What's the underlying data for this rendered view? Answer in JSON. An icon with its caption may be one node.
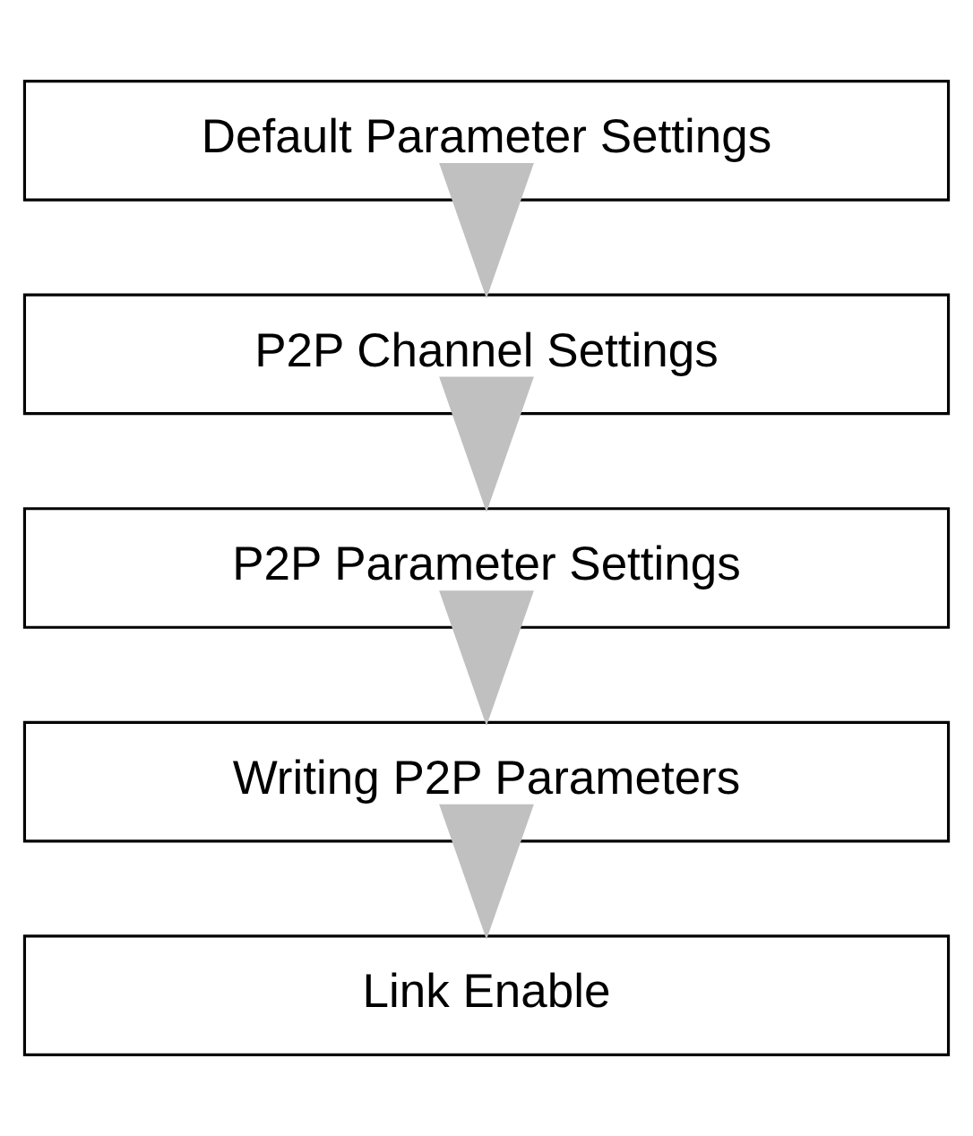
{
  "diagram": {
    "nodes": [
      {
        "text": [
          "Default Parameter Settings"
        ]
      },
      {
        "text": [
          "P2P Channel Settings"
        ]
      },
      {
        "text": [
          "P2P Parameter Settings"
        ]
      },
      {
        "text": [
          "Writing P2P Parameters"
        ]
      },
      {
        "text": [
          "Link Enable"
        ]
      }
    ],
    "edges": [
      {
        "from": 0,
        "to": 1,
        "arrow": "to"
      },
      {
        "from": 1,
        "to": 2,
        "arrow": "to"
      },
      {
        "from": 2,
        "to": 3,
        "arrow": "to"
      },
      {
        "from": 3,
        "to": 4,
        "arrow": "to"
      }
    ]
  }
}
